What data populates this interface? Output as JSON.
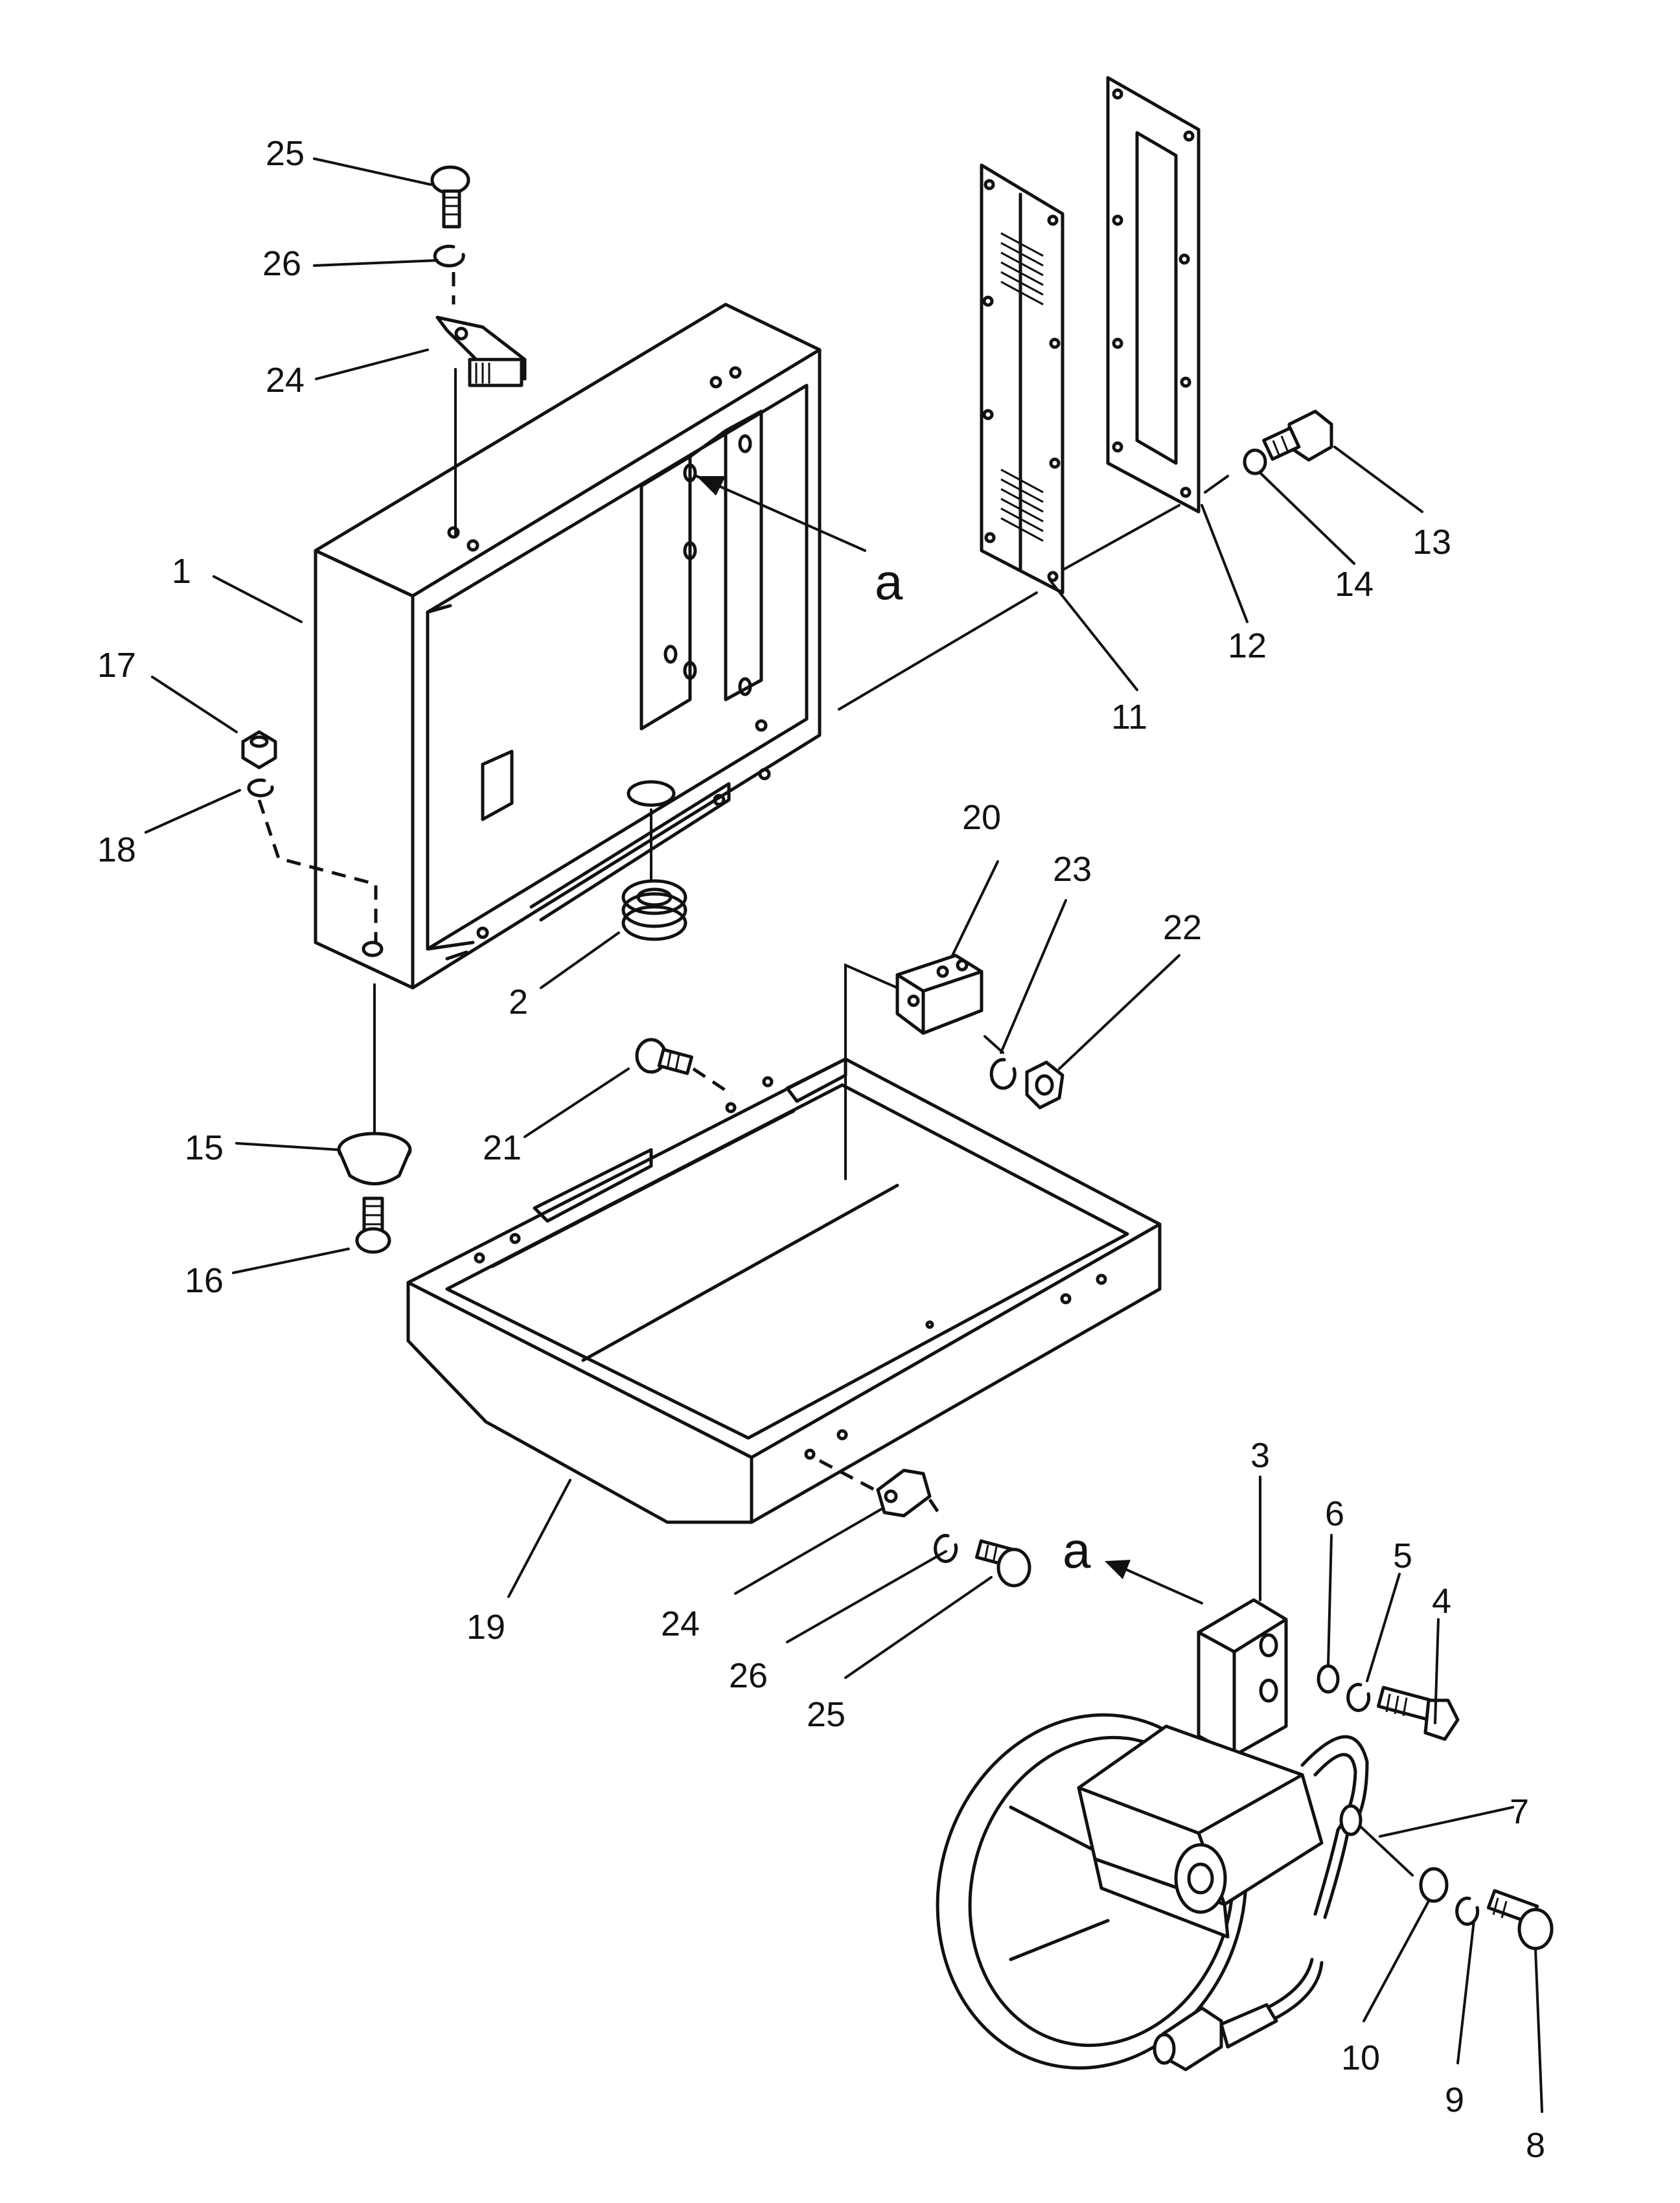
{
  "diagram": {
    "callouts": {
      "c1": "1",
      "c2": "2",
      "c3": "3",
      "c4": "4",
      "c5": "5",
      "c6": "6",
      "c7": "7",
      "c8": "8",
      "c9": "9",
      "c10": "10",
      "c11": "11",
      "c12": "12",
      "c13": "13",
      "c14": "14",
      "c15": "15",
      "c16": "16",
      "c17": "17",
      "c18": "18",
      "c19": "19",
      "c20": "20",
      "c21": "21",
      "c22": "22",
      "c23": "23",
      "c24_top": "24",
      "c24_bottom": "24",
      "c25_top": "25",
      "c25_bottom": "25",
      "c26_top": "26",
      "c26_bottom": "26"
    },
    "view_markers": {
      "upper": "a",
      "lower": "a"
    }
  }
}
